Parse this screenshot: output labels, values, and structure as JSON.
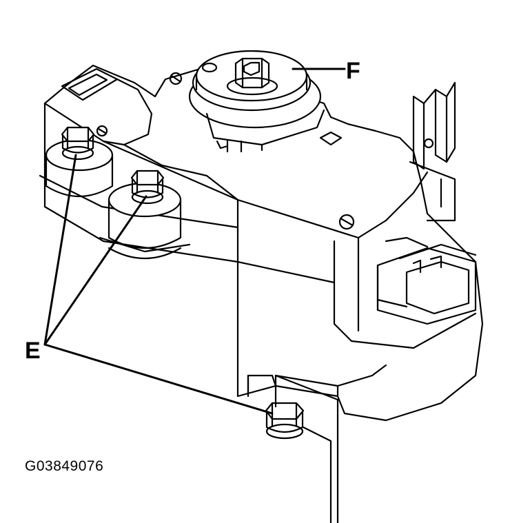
{
  "diagram": {
    "callouts": [
      {
        "id": "F",
        "label": "F"
      },
      {
        "id": "E",
        "label": "E"
      }
    ],
    "figure_id": "G03849076",
    "colors": {
      "line": "#000000",
      "background": "#ffffff",
      "shade": "#dcdcdc"
    }
  }
}
